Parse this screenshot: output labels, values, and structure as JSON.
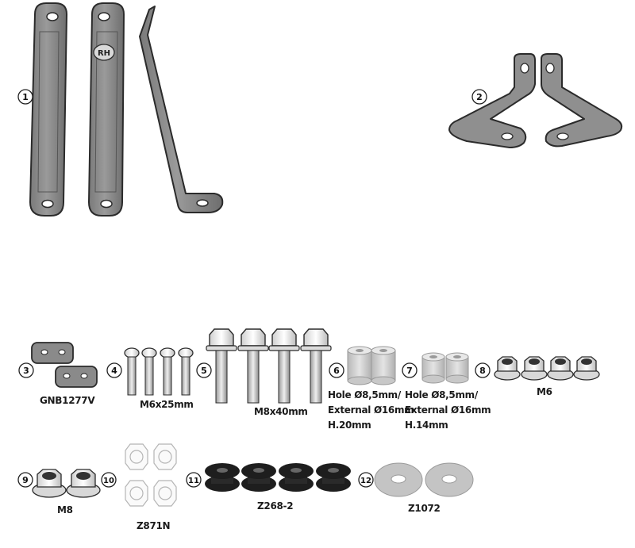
{
  "callouts": [
    "1",
    "2",
    "3",
    "4",
    "5",
    "6",
    "7",
    "8",
    "9",
    "10",
    "11",
    "12"
  ],
  "bracket_marking": "RH",
  "parts": {
    "p3": {
      "code": "GNB1277V"
    },
    "p4": {
      "spec": "M6x25mm"
    },
    "p5": {
      "spec": "M8x40mm"
    },
    "p6": {
      "lines": [
        "Hole Ø8,5mm/",
        "External Ø16mm",
        "H.20mm"
      ]
    },
    "p7": {
      "lines": [
        "Hole Ø8,5mm/",
        "External Ø16mm",
        "H.14mm"
      ]
    },
    "p8": {
      "spec": "M6"
    },
    "p9": {
      "spec": "M8"
    },
    "p10": {
      "code": "Z871N"
    },
    "p11": {
      "code": "Z268-2"
    },
    "p12": {
      "code": "Z1072"
    }
  },
  "colors": {
    "metal": "#8c8c8c",
    "outline": "#2b2b2b",
    "spacer": "#cfcfcf",
    "rubber": "#1e1e1e",
    "washer": "#c4c4c4"
  }
}
